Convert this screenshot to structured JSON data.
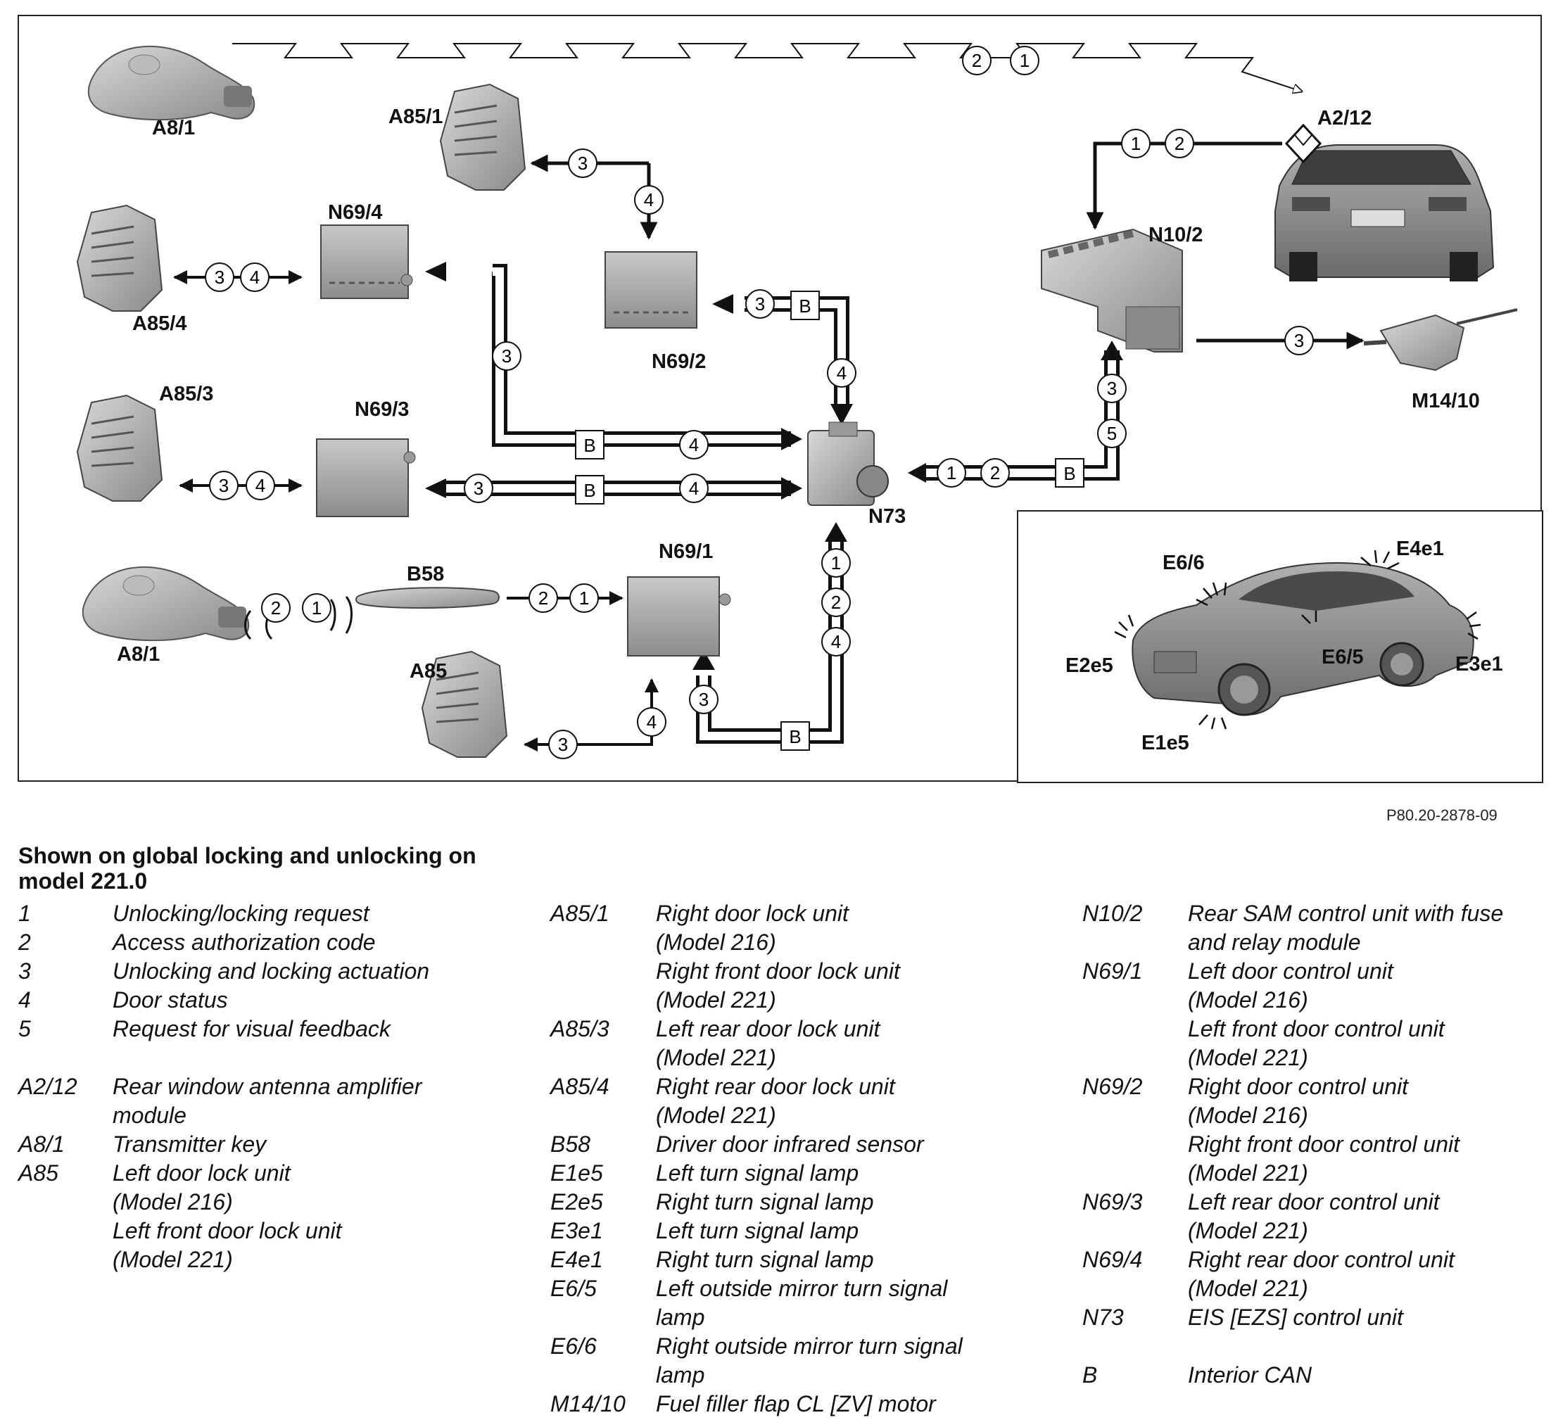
{
  "diagram": {
    "labels": {
      "a8_1_top": "A8/1",
      "a85_1": "A85/1",
      "n69_4": "N69/4",
      "a85_4": "A85/4",
      "n69_2": "N69/2",
      "a85_3": "A85/3",
      "n69_3": "N69/3",
      "n73": "N73",
      "b58": "B58",
      "n69_1": "N69/1",
      "a8_1_bottom": "A8/1",
      "a85": "A85",
      "a2_12": "A2/12",
      "n10_2": "N10/2",
      "m14_10": "M14/10",
      "e6_6": "E6/6",
      "e4e1": "E4e1",
      "e2e5": "E2e5",
      "e6_5": "E6/5",
      "e3e1": "E3e1",
      "e1e5": "E1e5"
    },
    "bus_marker": "B",
    "figure_code": "P80.20-2878-09"
  },
  "legend": {
    "title": "Shown on global locking and unlocking on model 221.0",
    "col1": [
      {
        "key": "1",
        "lines": [
          "Unlocking/locking request"
        ]
      },
      {
        "key": "2",
        "lines": [
          "Access authorization code"
        ]
      },
      {
        "key": "3",
        "lines": [
          "Unlocking and locking actuation"
        ]
      },
      {
        "key": "4",
        "lines": [
          "Door status"
        ]
      },
      {
        "key": "5",
        "lines": [
          "Request for visual feedback"
        ]
      },
      {
        "key": "",
        "lines": [
          ""
        ]
      },
      {
        "key": "A2/12",
        "lines": [
          "Rear window antenna amplifier",
          "module"
        ]
      },
      {
        "key": "A8/1",
        "lines": [
          "Transmitter key"
        ]
      },
      {
        "key": "A85",
        "lines": [
          "Left door lock unit",
          "(Model 216)",
          "Left front door lock unit",
          "(Model 221)"
        ]
      }
    ],
    "col2": [
      {
        "key": "A85/1",
        "lines": [
          "Right door lock unit",
          "(Model 216)",
          "Right front door lock unit",
          "(Model 221)"
        ]
      },
      {
        "key": "A85/3",
        "lines": [
          "Left rear door lock unit",
          "(Model 221)"
        ]
      },
      {
        "key": "A85/4",
        "lines": [
          "Right rear door lock unit",
          "(Model 221)"
        ]
      },
      {
        "key": "B58",
        "lines": [
          "Driver door infrared sensor"
        ]
      },
      {
        "key": "E1e5",
        "lines": [
          "Left turn signal lamp"
        ]
      },
      {
        "key": "E2e5",
        "lines": [
          "Right turn signal lamp"
        ]
      },
      {
        "key": "E3e1",
        "lines": [
          "Left turn signal lamp"
        ]
      },
      {
        "key": "E4e1",
        "lines": [
          "Right turn signal lamp"
        ]
      },
      {
        "key": "E6/5",
        "lines": [
          "Left outside mirror turn signal",
          "lamp"
        ]
      },
      {
        "key": "E6/6",
        "lines": [
          "Right outside mirror turn signal",
          "lamp"
        ]
      },
      {
        "key": "M14/10",
        "lines": [
          "Fuel filler flap CL [ZV] motor"
        ]
      }
    ],
    "col3": [
      {
        "key": "N10/2",
        "lines": [
          "Rear SAM control unit with fuse",
          "and relay module"
        ]
      },
      {
        "key": "N69/1",
        "lines": [
          "Left door control unit",
          "(Model 216)",
          "Left front door control unit",
          "(Model 221)"
        ]
      },
      {
        "key": "N69/2",
        "lines": [
          "Right door control unit",
          "(Model 216)",
          "Right front door control unit",
          "(Model 221)"
        ]
      },
      {
        "key": "N69/3",
        "lines": [
          "Left rear door control unit",
          "(Model 221)"
        ]
      },
      {
        "key": "N69/4",
        "lines": [
          "Right rear door control unit",
          "(Model 221)"
        ]
      },
      {
        "key": "N73",
        "lines": [
          "EIS [EZS] control unit"
        ]
      },
      {
        "key": "",
        "lines": [
          ""
        ]
      },
      {
        "key": "B",
        "lines": [
          "Interior CAN"
        ]
      }
    ]
  }
}
